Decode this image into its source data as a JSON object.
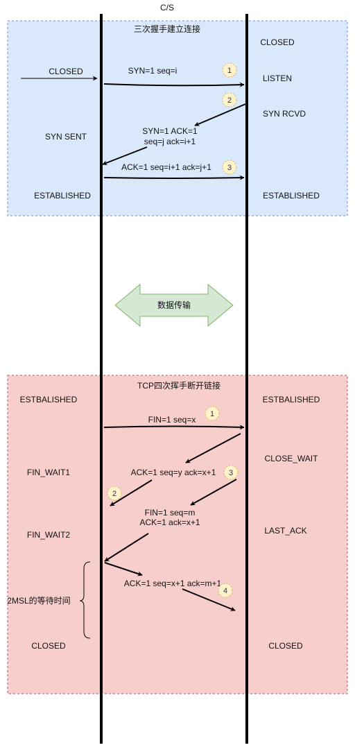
{
  "header": {
    "title": "C/S"
  },
  "colors": {
    "handshake_bg": "#dae8fc",
    "teardown_bg": "#f8cecc",
    "transfer_fill": "#d5e8d4",
    "transfer_stroke": "#82b366",
    "marker_fill": "#fff2cc",
    "marker_stroke": "#d6b656"
  },
  "handshake": {
    "title": "三次握手建立连接",
    "client_states": {
      "closed": "CLOSED",
      "syn_sent": "SYN  SENT",
      "established": "ESTABLISHED"
    },
    "server_states": {
      "closed": "CLOSED",
      "listen": "LISTEN",
      "syn_rcvd": "SYN  RCVD",
      "established": "ESTABLISHED"
    },
    "messages": {
      "m1": "SYN=1 seq=i",
      "m2_line1": "SYN=1 ACK=1",
      "m2_line2": "seq=j ack=i+1",
      "m3": "ACK=1 seq=i+1 ack=j+1"
    },
    "markers": [
      "1",
      "2",
      "3"
    ]
  },
  "transfer": {
    "label": "数据传输"
  },
  "teardown": {
    "title": "TCP四次挥手断开链接",
    "client_states": {
      "established": "ESTBALISHED",
      "fin_wait1": "FIN_WAIT1",
      "fin_wait2": "FIN_WAIT2",
      "wait_note": "2MSL的等待时间",
      "closed": "CLOSED"
    },
    "server_states": {
      "established": "ESTBALISHED",
      "close_wait": "CLOSE_WAIT",
      "last_ack": "LAST_ACK",
      "closed": "CLOSED"
    },
    "messages": {
      "m1": "FIN=1 seq=x",
      "m2": "ACK=1 seq=y ack=x+1",
      "m3_line1": "FIN=1 seq=m",
      "m3_line2": "ACK=1 ack=x+1",
      "m4": "ACK=1 seq=x+1 ack=m+1"
    },
    "markers": [
      "1",
      "2",
      "3",
      "4"
    ]
  }
}
